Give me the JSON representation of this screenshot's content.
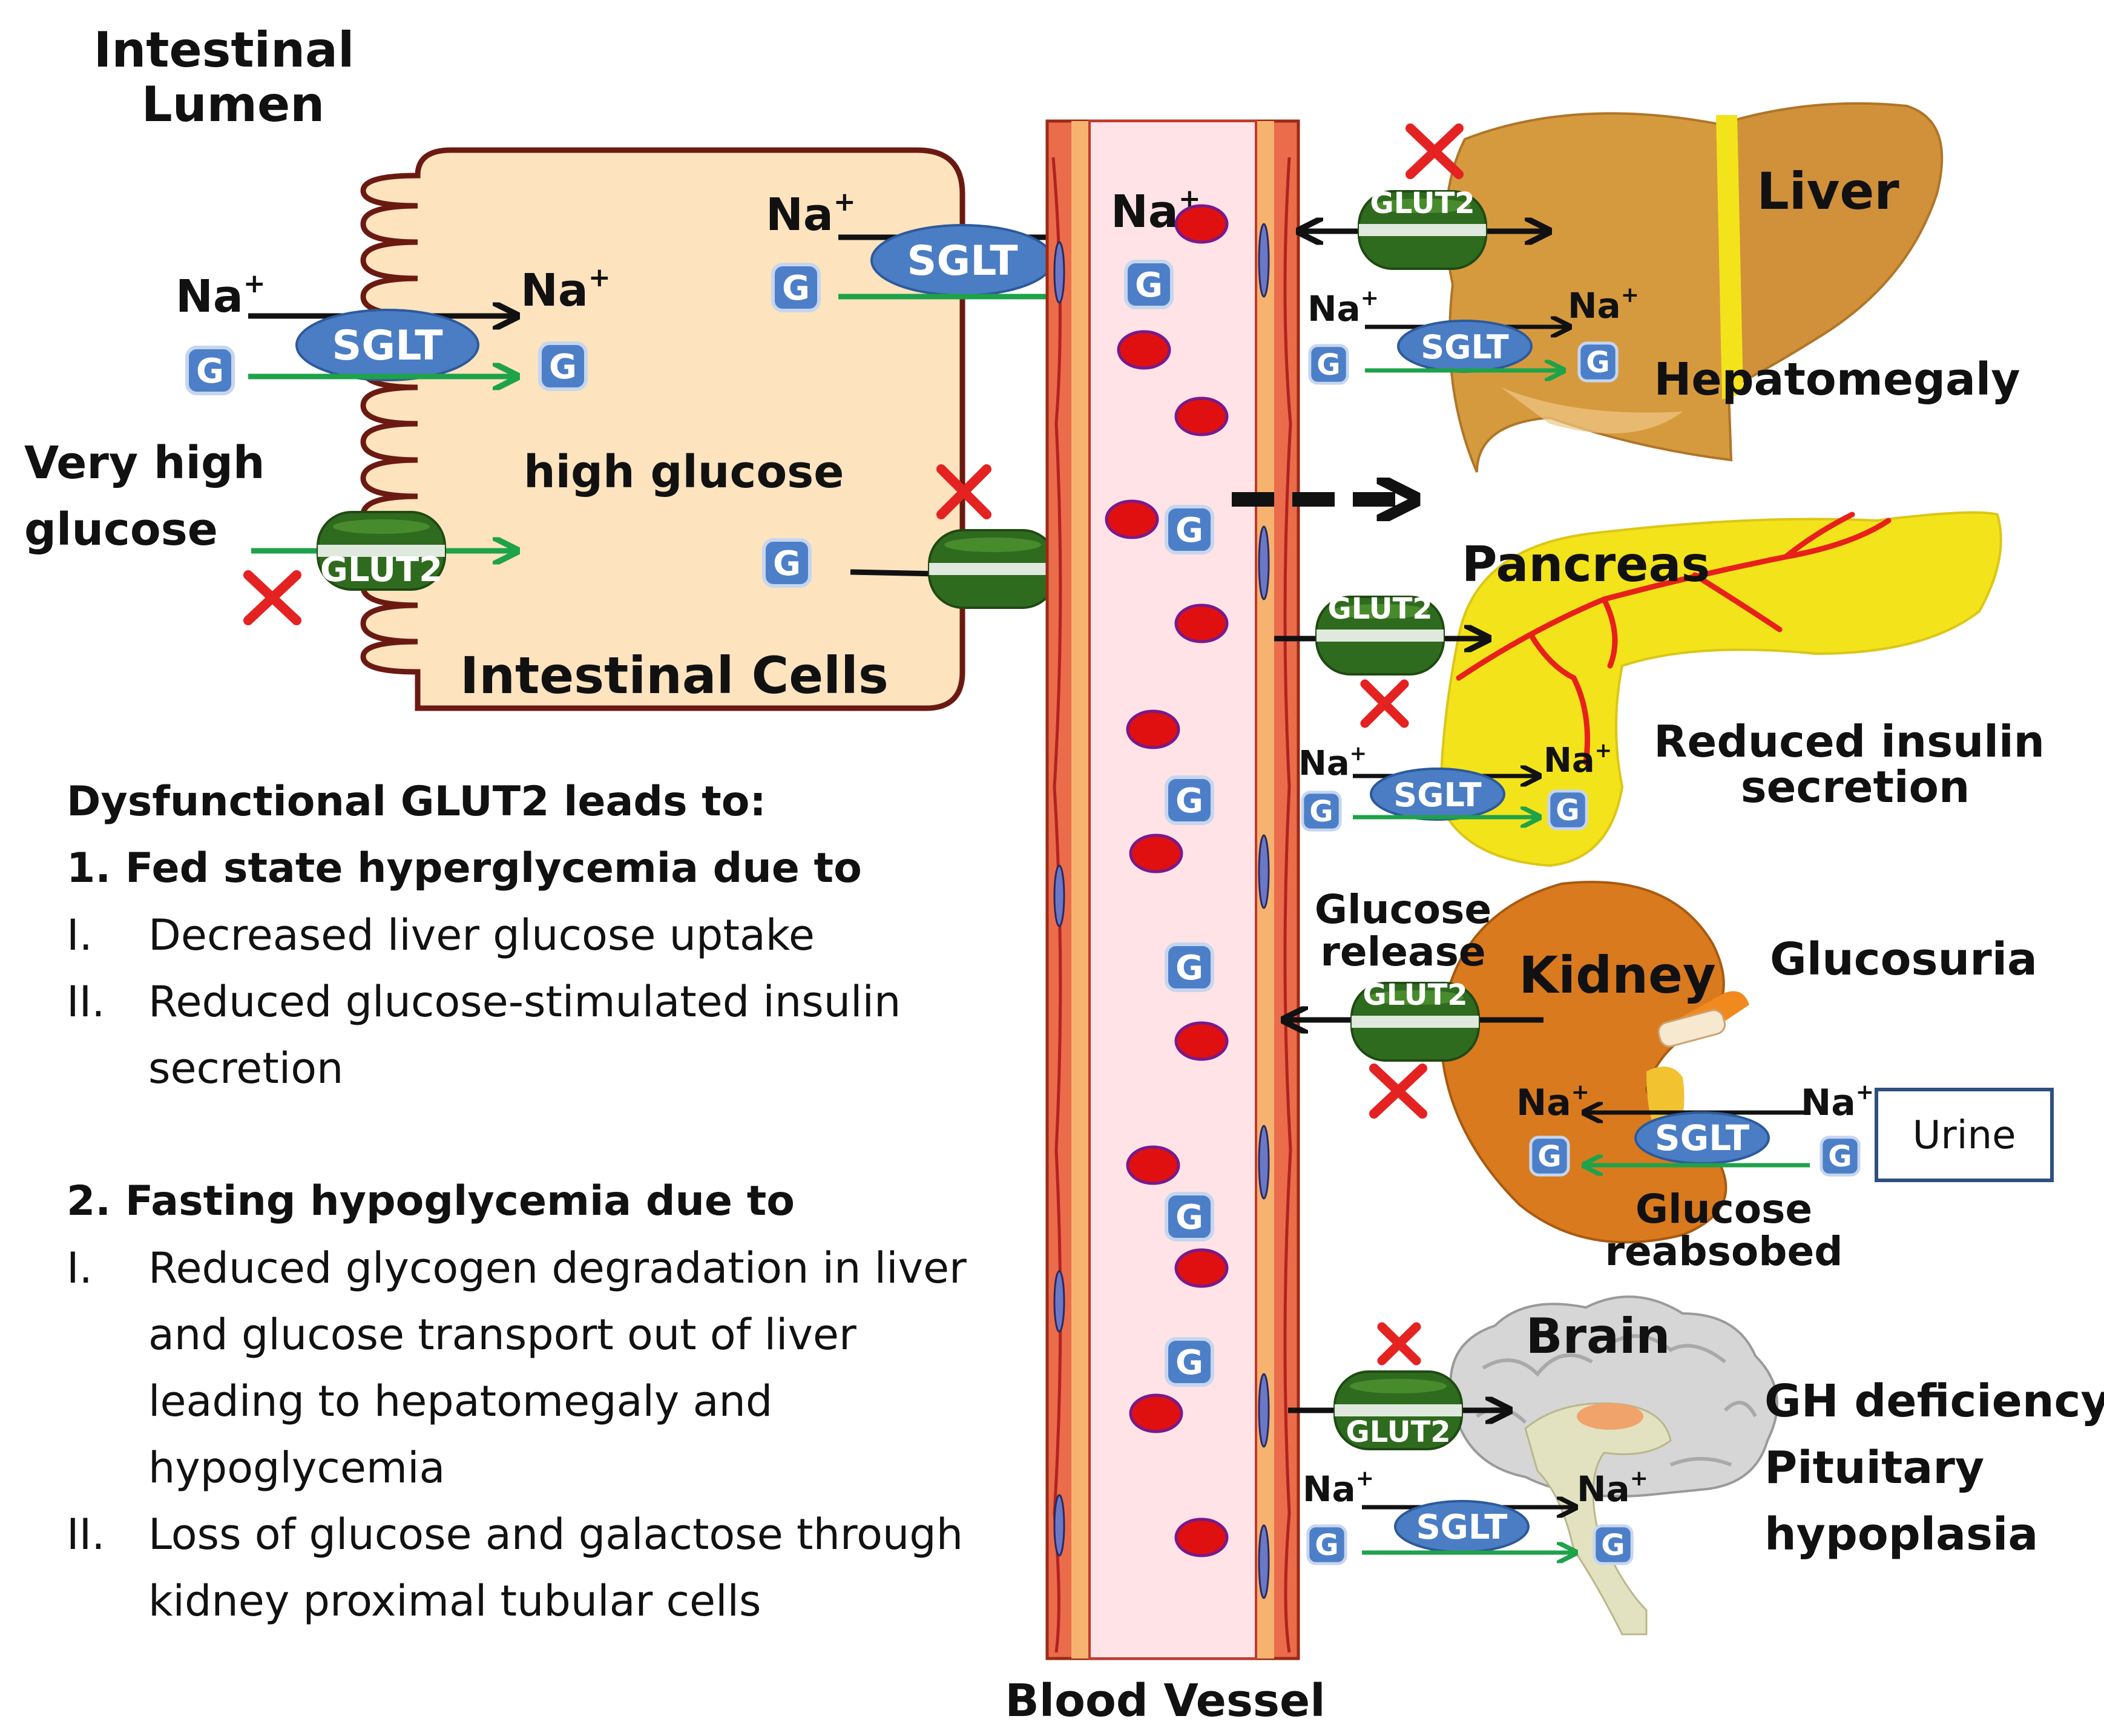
{
  "labels": {
    "intestinal_lumen_line1": "Intestinal",
    "intestinal_lumen_line2": "Lumen",
    "very_high_glucose_line1": "Very high",
    "very_high_glucose_line2": "glucose",
    "high_glucose": "high glucose",
    "intestinal_cells": "Intestinal Cells",
    "blood_vessel": "Blood Vessel",
    "liver": "Liver",
    "hepatomegaly": "Hepatomegaly",
    "pancreas": "Pancreas",
    "reduced_insulin_line1": "Reduced insulin",
    "reduced_insulin_line2": "secretion",
    "kidney": "Kidney",
    "glucosuria": "Glucosuria",
    "glucose_release_line1": "Glucose",
    "glucose_release_line2": "release",
    "glucose_reabsorbed_line1": "Glucose",
    "glucose_reabsorbed_line2": "reabsobed",
    "urine": "Urine",
    "brain": "Brain",
    "gh_deficiency": "GH deficiency",
    "pituitary": "Pituitary",
    "hypoplasia": "hypoplasia"
  },
  "transporters": {
    "sglt": "SGLT",
    "glut2": "GLUT2",
    "na": "Na",
    "na_charge": "+",
    "glucose_symbol": "G"
  },
  "description": {
    "heading": "Dysfunctional GLUT2 leads to:",
    "section1_title": "1. Fed state hyperglycemia due to",
    "section1_items": [
      {
        "num": "I.",
        "text": "Decreased liver glucose uptake"
      },
      {
        "num": "II.",
        "text": "Reduced glucose-stimulated insulin secretion"
      }
    ],
    "section2_title": "2. Fasting hypoglycemia due to",
    "section2_items": [
      {
        "num": "I.",
        "text": "Reduced glycogen degradation in liver and glucose transport out of liver leading to hepatomegaly and hypoglycemia"
      },
      {
        "num": "II.",
        "text": "Loss of glucose and galactose through kidney proximal tubular cells"
      }
    ]
  },
  "colors": {
    "cell_fill": "#fde3be",
    "cell_border": "#6b1a12",
    "sglt": "#4a7dc4",
    "glut2": "#2f6b1e",
    "glucose_box": "#4d7fc9",
    "rbc": "#e01010",
    "vessel_wall": "#e8694a",
    "vessel_lumen": "#ffe3e6",
    "green_arrow": "#1ea24a",
    "cross": "#e52222",
    "liver": "#d69a3e",
    "pancreas": "#f3e31b",
    "kidney": "#d97a1e",
    "brain": "#c9c9c9"
  }
}
